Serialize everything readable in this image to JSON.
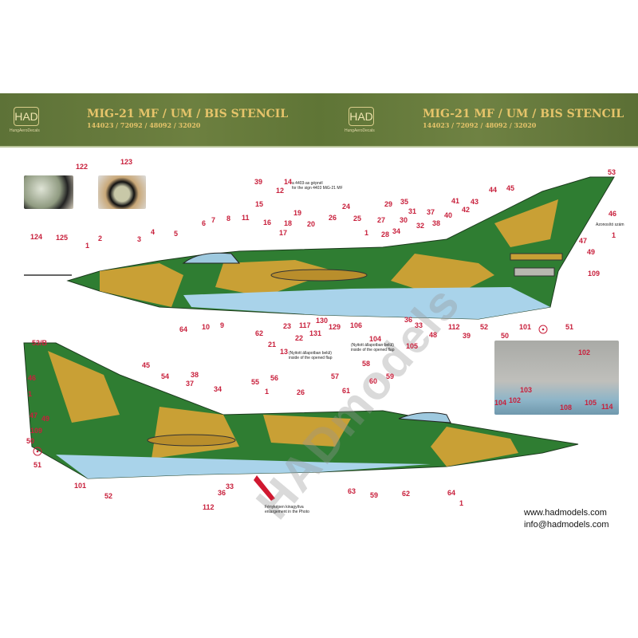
{
  "header": {
    "logo": "HAD",
    "logo_sub": "HungAeroDecals",
    "title": "MIG-21 MF / UM / BIS STENCIL",
    "codes": "144023 / 72092 / 48092 / 32020"
  },
  "notes": {
    "sign_14": "a 4403-as gépnél",
    "sign_14_en": "for the sign 4403 MiG-21 MF",
    "flap_hu": "(Nyitott állapotban belül)",
    "flap_en": "inside of the opened flap",
    "id_number": "Azonosító szám",
    "enlarge_hu": "Fényképen kinagyítva",
    "enlarge_en": "enlargement in the Photo"
  },
  "contact": {
    "web": "www.hadmodels.com",
    "email": "info@hadmodels.com"
  },
  "watermark": "HADmodels",
  "colors": {
    "green": "#2f7d32",
    "sand": "#c9a035",
    "blue": "#a9d3ea",
    "label": "#c8203c"
  },
  "labels_top": [
    "122",
    "123",
    "124",
    "125",
    "1",
    "2",
    "3",
    "4",
    "5",
    "6",
    "7",
    "8",
    "11",
    "15",
    "16",
    "12",
    "39",
    "14",
    "19",
    "18",
    "20",
    "17",
    "26",
    "24",
    "25",
    "1",
    "29",
    "27",
    "28",
    "35",
    "30",
    "34",
    "31",
    "32",
    "37",
    "38",
    "40",
    "41",
    "42",
    "43",
    "44",
    "45",
    "53",
    "46",
    "47",
    "1",
    "49",
    "109",
    "64",
    "10",
    "9",
    "62",
    "21",
    "23",
    "117",
    "22",
    "130",
    "131",
    "129",
    "106",
    "13",
    "104",
    "36",
    "33",
    "105",
    "48",
    "112",
    "39",
    "52",
    "101",
    "51",
    "50"
  ],
  "labels_bottom": [
    "53/B",
    "45",
    "54",
    "38",
    "37",
    "34",
    "55",
    "56",
    "1",
    "26",
    "57",
    "58",
    "61",
    "60",
    "59",
    "46",
    "1",
    "47",
    "49",
    "109",
    "50",
    "51",
    "101",
    "52",
    "112",
    "36",
    "33",
    "63",
    "59",
    "62",
    "64",
    "1"
  ],
  "labels_photo": [
    "102",
    "103",
    "104",
    "102",
    "108",
    "105",
    "114"
  ]
}
